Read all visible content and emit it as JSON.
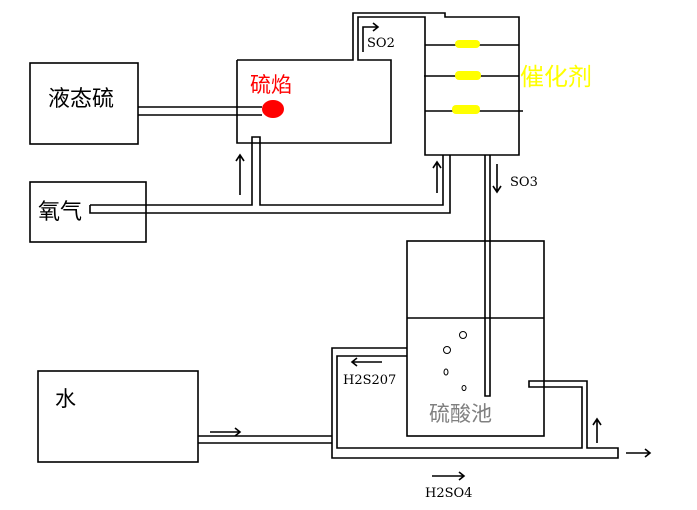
{
  "labels": {
    "liquid_sulfur": "液态硫",
    "oxygen": "氧气",
    "sulfur_flame": "硫焰",
    "catalyst": "催化剂",
    "so2": "SO2",
    "so3": "SO3",
    "water": "水",
    "acid_tank": "硫酸池",
    "h2s2o7": "H2S207",
    "h2so4": "H2SO4"
  },
  "colors": {
    "flame": "#ff0000",
    "catalyst": "#ffff00",
    "tank_label": "#808080",
    "line": "#000000"
  }
}
